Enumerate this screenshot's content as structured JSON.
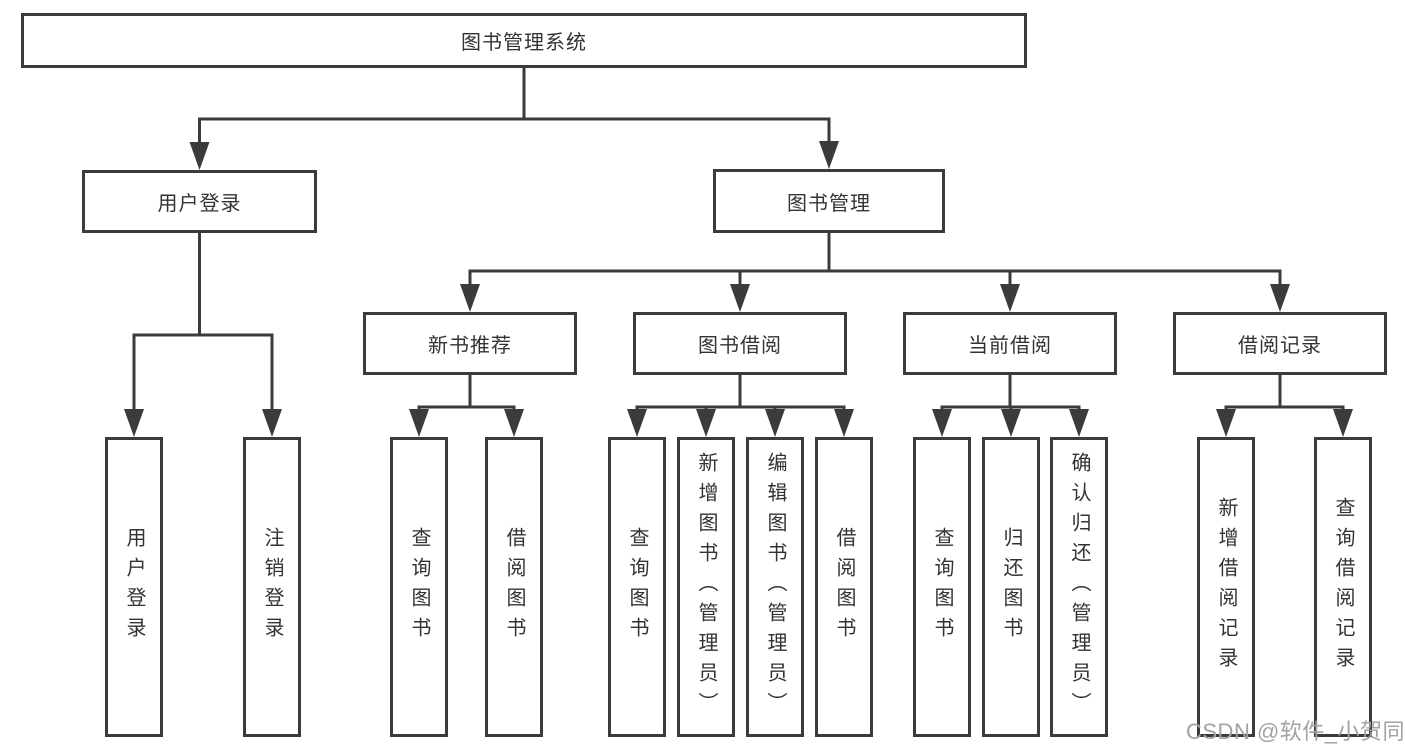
{
  "diagram": {
    "root": {
      "label": "图书管理系统"
    },
    "branches": [
      {
        "label": "用户登录",
        "children": [
          {
            "label": "用户登录"
          },
          {
            "label": "注销登录"
          }
        ]
      },
      {
        "label": "图书管理",
        "children": [
          {
            "label": "新书推荐",
            "children": [
              {
                "label": "查询图书"
              },
              {
                "label": "借阅图书"
              }
            ]
          },
          {
            "label": "图书借阅",
            "children": [
              {
                "label": "查询图书"
              },
              {
                "label": "新增图书（管理员）"
              },
              {
                "label": "编辑图书（管理员）"
              },
              {
                "label": "借阅图书"
              }
            ]
          },
          {
            "label": "当前借阅",
            "children": [
              {
                "label": "查询图书"
              },
              {
                "label": "归还图书"
              },
              {
                "label": "确认归还（管理员）"
              }
            ]
          },
          {
            "label": "借阅记录",
            "children": [
              {
                "label": "新增借阅记录"
              },
              {
                "label": "查询借阅记录"
              }
            ]
          }
        ]
      }
    ]
  },
  "watermark": "CSDN @软件_小贺同学",
  "colors": {
    "line": "#3b3b3b",
    "box_border": "#3b3b3b",
    "box_bg": "#ffffff",
    "text": "#333333",
    "watermark": "#a2a2a2"
  }
}
